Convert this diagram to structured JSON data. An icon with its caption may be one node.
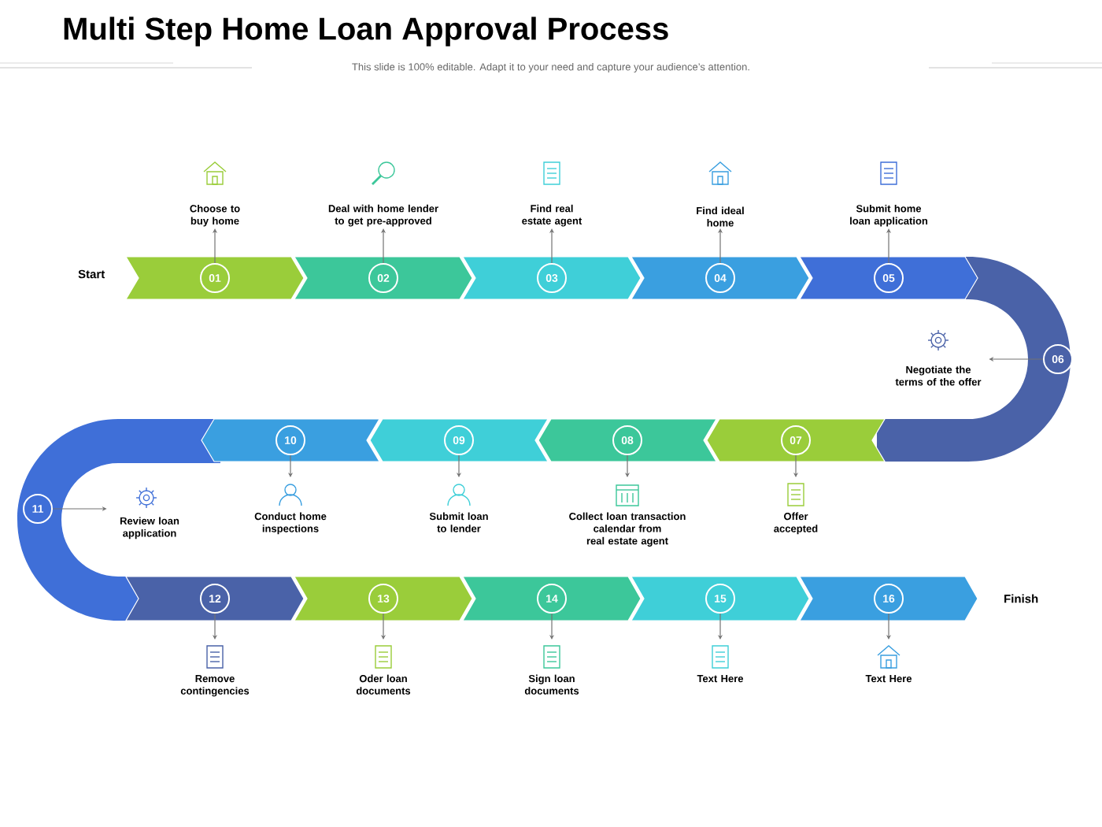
{
  "diagram": {
    "title": "Multi Step Home Loan Approval Process",
    "nodes": [
      {
        "text": [
          "01"
        ]
      },
      {
        "text": [
          "02"
        ]
      },
      {
        "text": [
          "03"
        ]
      },
      {
        "text": [
          "04"
        ]
      },
      {
        "text": [
          "05"
        ]
      },
      {
        "text": [
          "06"
        ]
      },
      {
        "text": [
          "07"
        ]
      },
      {
        "text": [
          "08"
        ]
      },
      {
        "text": [
          "09"
        ]
      },
      {
        "text": [
          "10"
        ]
      },
      {
        "text": [
          "11"
        ]
      },
      {
        "text": [
          "12"
        ]
      },
      {
        "text": [
          "13"
        ]
      },
      {
        "text": [
          "14"
        ]
      },
      {
        "text": [
          "15"
        ]
      },
      {
        "text": [
          "16"
        ]
      },
      {
        "text": [
          "Choose to buy home"
        ]
      },
      {
        "text": [
          "Deal with home lender to get pre-approved"
        ]
      },
      {
        "text": [
          "Find real estate agent"
        ]
      },
      {
        "text": [
          "Find ideal home"
        ]
      },
      {
        "text": [
          "Submit home loan application"
        ]
      },
      {
        "text": [
          "Negotiate the terms of the offer"
        ]
      },
      {
        "text": [
          "Offer accepted"
        ]
      },
      {
        "text": [
          "Collect loan transaction calendar from real estate agent"
        ]
      },
      {
        "text": [
          "Submit loan to lender"
        ]
      },
      {
        "text": [
          "Conduct home inspections"
        ]
      },
      {
        "text": [
          "Review loan application"
        ]
      },
      {
        "text": [
          "Remove contingencies"
        ]
      },
      {
        "text": [
          "Oder loan documents"
        ]
      },
      {
        "text": [
          "Sign loan documents"
        ]
      },
      {
        "text": [
          "Text Here"
        ]
      },
      {
        "text": [
          "Text Here"
        ]
      }
    ],
    "edges": [
      {
        "from": 0,
        "to": 16,
        "arrow": "to"
      },
      {
        "from": 1,
        "to": 17,
        "arrow": "to"
      },
      {
        "from": 2,
        "to": 18,
        "arrow": "to"
      },
      {
        "from": 3,
        "to": 19,
        "arrow": "to"
      },
      {
        "from": 4,
        "to": 20,
        "arrow": "to"
      },
      {
        "from": 5,
        "to": 21,
        "arrow": "to"
      },
      {
        "from": 6,
        "to": 22,
        "arrow": "to"
      },
      {
        "from": 7,
        "to": 23,
        "arrow": "to"
      },
      {
        "from": 8,
        "to": 24,
        "arrow": "to"
      },
      {
        "from": 9,
        "to": 25,
        "arrow": "to"
      },
      {
        "from": 10,
        "to": 26,
        "arrow": "to"
      },
      {
        "from": 11,
        "to": 27,
        "arrow": "to"
      },
      {
        "from": 12,
        "to": 28,
        "arrow": "to"
      },
      {
        "from": 13,
        "to": 29,
        "arrow": "to"
      },
      {
        "from": 14,
        "to": 30,
        "arrow": "to"
      },
      {
        "from": 15,
        "to": 31,
        "arrow": "to"
      }
    ],
    "labels": [
      "This slide is 100% editable. Adapt it to your need and capture your audience’s attention.",
      "Start",
      "Finish"
    ]
  }
}
